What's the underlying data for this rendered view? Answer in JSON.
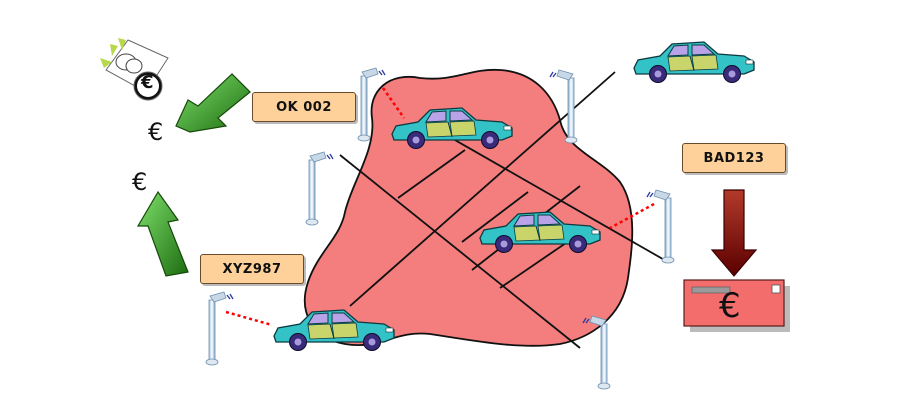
{
  "plates": {
    "ok": "OK 002",
    "bad": "BAD123",
    "xyz": "XYZ987"
  },
  "symbols": {
    "euro_top": "€",
    "euro_left": "€",
    "fine_card_euro": "€"
  },
  "colors": {
    "zone": "#f47d7d",
    "plate_bg": "#ffd19a",
    "green_arrow": "#2e8b1f",
    "red_arrow": "#8b0000",
    "car_body": "#33c2c6",
    "sensor_beam": "#ff0000",
    "fine_card": "#f46d6d"
  },
  "icons": [
    "money-icon",
    "car-icon",
    "sensor-pole-icon",
    "fine-card-icon",
    "arrow-icon"
  ]
}
